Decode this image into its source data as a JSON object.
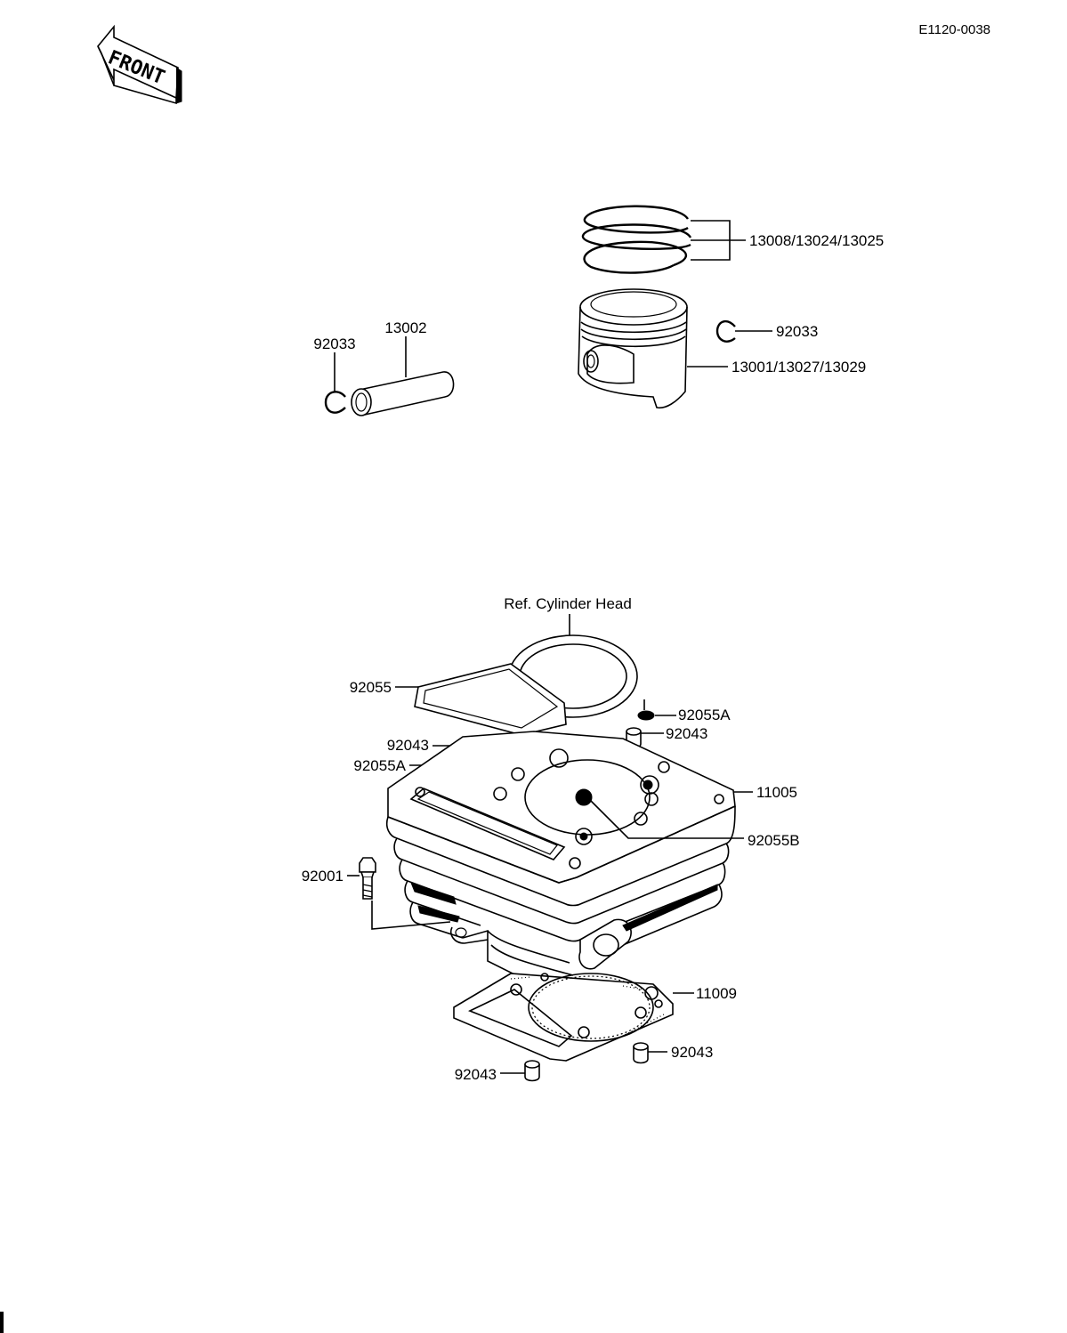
{
  "drawing_code": "E1120-0038",
  "front_label": "FRONT",
  "labels": {
    "rings": "13008/13024/13025",
    "clip_right": "92033",
    "piston": "13001/13027/13029",
    "clip_left": "92033",
    "pin": "13002",
    "ref_head": "Ref. Cylinder Head",
    "gasket_top": "92055",
    "oring_right": "92055A",
    "dowel_left": "92043",
    "dowel_right": "92043",
    "oring_left": "92055A",
    "cylinder": "11005",
    "oring_center": "92055B",
    "bolt": "92001",
    "base_gasket": "11009",
    "dowel_bottom_right": "92043",
    "dowel_bottom_left": "92043"
  }
}
